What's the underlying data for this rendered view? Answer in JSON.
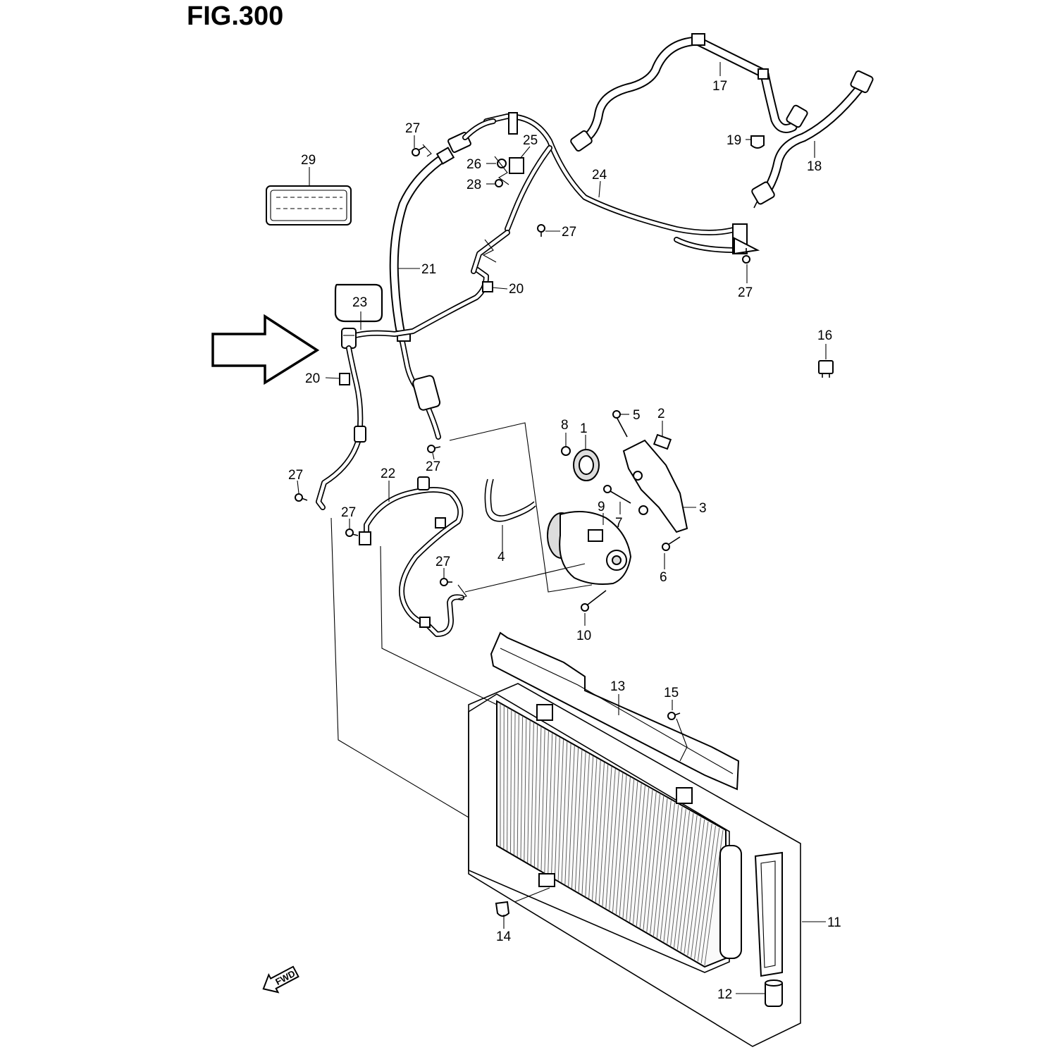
{
  "figure": {
    "title": "FIG.300",
    "fwd_label": "FWD"
  },
  "callouts": [
    {
      "id": "c1",
      "text": "1"
    },
    {
      "id": "c2",
      "text": "2"
    },
    {
      "id": "c3",
      "text": "3"
    },
    {
      "id": "c4",
      "text": "4"
    },
    {
      "id": "c5",
      "text": "5"
    },
    {
      "id": "c6",
      "text": "6"
    },
    {
      "id": "c7",
      "text": "7"
    },
    {
      "id": "c8",
      "text": "8"
    },
    {
      "id": "c9",
      "text": "9"
    },
    {
      "id": "c10",
      "text": "10"
    },
    {
      "id": "c11",
      "text": "11"
    },
    {
      "id": "c12",
      "text": "12"
    },
    {
      "id": "c13",
      "text": "13"
    },
    {
      "id": "c14",
      "text": "14"
    },
    {
      "id": "c15",
      "text": "15"
    },
    {
      "id": "c16",
      "text": "16"
    },
    {
      "id": "c17",
      "text": "17"
    },
    {
      "id": "c18",
      "text": "18"
    },
    {
      "id": "c19",
      "text": "19"
    },
    {
      "id": "c20a",
      "text": "20"
    },
    {
      "id": "c20b",
      "text": "20"
    },
    {
      "id": "c21",
      "text": "21"
    },
    {
      "id": "c22",
      "text": "22"
    },
    {
      "id": "c23",
      "text": "23"
    },
    {
      "id": "c24",
      "text": "24"
    },
    {
      "id": "c25",
      "text": "25"
    },
    {
      "id": "c26",
      "text": "26"
    },
    {
      "id": "c27a",
      "text": "27"
    },
    {
      "id": "c27b",
      "text": "27"
    },
    {
      "id": "c27c",
      "text": "27"
    },
    {
      "id": "c27d",
      "text": "27"
    },
    {
      "id": "c27e",
      "text": "27"
    },
    {
      "id": "c27f",
      "text": "27"
    },
    {
      "id": "c27g",
      "text": "27"
    },
    {
      "id": "c28",
      "text": "28"
    },
    {
      "id": "c29",
      "text": "29"
    }
  ]
}
